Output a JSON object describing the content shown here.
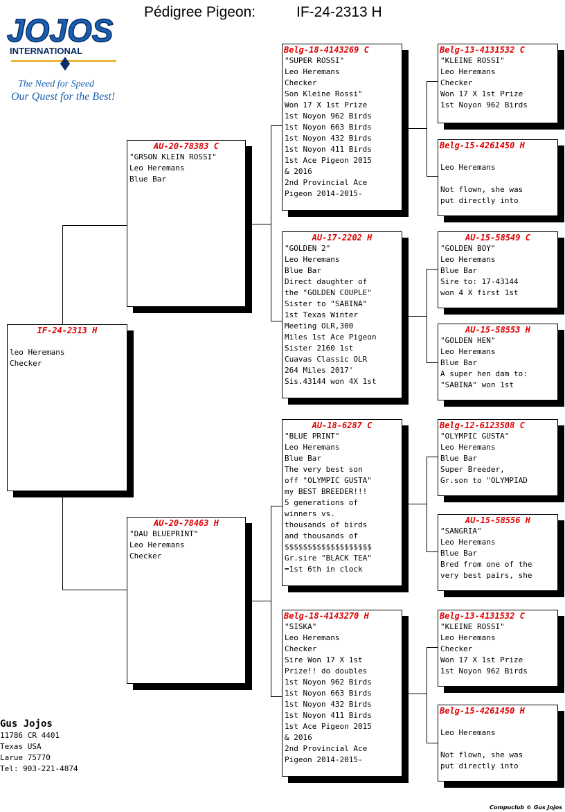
{
  "header": {
    "label": "Pédigree Pigeon:",
    "ring": "IF-24-2313 H"
  },
  "logo": {
    "brand": "JOJOS",
    "sub": "INTERNATIONAL",
    "tagline1": "The Need for Speed",
    "tagline2": "Our Quest for the Best!"
  },
  "colors": {
    "ring": "#e00000",
    "logo_blue": "#1a5fb0"
  },
  "owner": {
    "name": "Gus Jojos",
    "lines": [
      "11786 CR 4401",
      "Texas USA",
      "Larue 75770",
      "Tel: 903-221-4874"
    ]
  },
  "footer": "Compuclub © Gus Jojos",
  "pigeons": {
    "subject": {
      "ring": "IF-24-2313 H",
      "lines": [
        "",
        "leo Heremans",
        "Checker"
      ]
    },
    "sire": {
      "ring": "AU-20-78383 C",
      "lines": [
        "\"GRSON KLEIN ROSSI\"",
        "Leo Heremans",
        "Blue Bar"
      ]
    },
    "dam": {
      "ring": "AU-20-78463 H",
      "lines": [
        "\"DAU BLUEPRINT\"",
        "Leo Heremans",
        "Checker"
      ]
    },
    "ss": {
      "ring": "Belg-18-4143269 C",
      "lines": [
        "\"SUPER ROSSI\"",
        "Leo Heremans",
        "Checker",
        "Son Kleine Rossi\"",
        "Won 17 X 1st Prize",
        "1st Noyon 962 Birds",
        "1st Noyon 663 Birds",
        "1st Noyon 432 Birds",
        "1st Noyon 411 Birds",
        "1st Ace Pigeon 2015",
        "& 2016",
        "2nd Provincial Ace",
        "Pigeon 2014-2015-"
      ]
    },
    "sd": {
      "ring": "AU-17-2202 H",
      "lines": [
        "\"GOLDEN 2\"",
        "Leo Heremans",
        "Blue Bar",
        "Direct daughter of",
        "the \"GOLDEN COUPLE\"",
        "Sister to \"SABINA\"",
        "1st Texas Winter",
        "Meeting OLR,300",
        "Miles 1st Ace Pigeon",
        "Sister 2160 1st",
        "Cuavas Classic OLR",
        "264 Miles 2017'",
        "Sis.43144 won 4X 1st"
      ]
    },
    "ds": {
      "ring": "AU-18-6287 C",
      "lines": [
        "\"BLUE PRINT\"",
        "Leo Heremans",
        "Blue Bar",
        "The very best son",
        "off \"OLYMPIC GUSTA\"",
        "my BEST BREEDER!!!",
        "5 generations of",
        "winners vs.",
        "thousands of birds",
        "and thousands of",
        "$$$$$$$$$$$$$$$$$$$",
        "Gr.sire \"BLACK TEA\"",
        "=1st 6th in clock"
      ]
    },
    "dd": {
      "ring": "Belg-18-4143270 H",
      "lines": [
        "\"SISKA\"",
        "Leo Heremans",
        "Checker",
        "Sire Won 17 X 1st",
        "Prize!! do doubles",
        "1st Noyon 962 Birds",
        "1st Noyon 663 Birds",
        "1st Noyon 432 Birds",
        "1st Noyon 411 Birds",
        "1st Ace Pigeon 2015",
        "& 2016",
        "2nd Provincial Ace",
        "Pigeon 2014-2015-"
      ]
    },
    "sss": {
      "ring": "Belg-13-4131532 C",
      "lines": [
        "\"KLEINE ROSSI\"",
        "Leo Heremans",
        "Checker",
        "Won 17 X 1st Prize",
        "1st Noyon 962 Birds"
      ]
    },
    "ssd": {
      "ring": "Belg-15-4261450 H",
      "lines": [
        "",
        "Leo Heremans",
        "",
        "Not flown, she was",
        "put directly into"
      ]
    },
    "sds": {
      "ring": "AU-15-58549 C",
      "lines": [
        "\"GOLDEN BOY\"",
        "Leo Heremans",
        "Blue Bar",
        "Sire to: 17-43144",
        "won 4 X first 1st"
      ]
    },
    "sdd": {
      "ring": "AU-15-58553 H",
      "lines": [
        "\"GOLDEN HEN\"",
        "Leo Heremans",
        "Blue Bar",
        "A super hen dam to:",
        "\"SABINA\" won 1st"
      ]
    },
    "dss": {
      "ring": "Belg-12-6123508 C",
      "lines": [
        "\"OLYMPIC GUSTA\"",
        "Leo Heremans",
        "Blue Bar",
        "Super Breeder,",
        "Gr.son to \"OLYMPIAD"
      ]
    },
    "dsd": {
      "ring": "AU-15-58556 H",
      "lines": [
        "\"SANGRIA\"",
        "Leo Heremans",
        "Blue Bar",
        "Bred from one of the",
        "very best pairs, she"
      ]
    },
    "dds": {
      "ring": "Belg-13-4131532 C",
      "lines": [
        "\"KLEINE ROSSI\"",
        "Leo Heremans",
        "Checker",
        "Won 17 X 1st Prize",
        "1st Noyon 962 Birds"
      ]
    },
    "ddd": {
      "ring": "Belg-15-4261450 H",
      "lines": [
        "",
        "Leo Heremans",
        "",
        "Not flown, she was",
        "put directly into"
      ]
    }
  }
}
